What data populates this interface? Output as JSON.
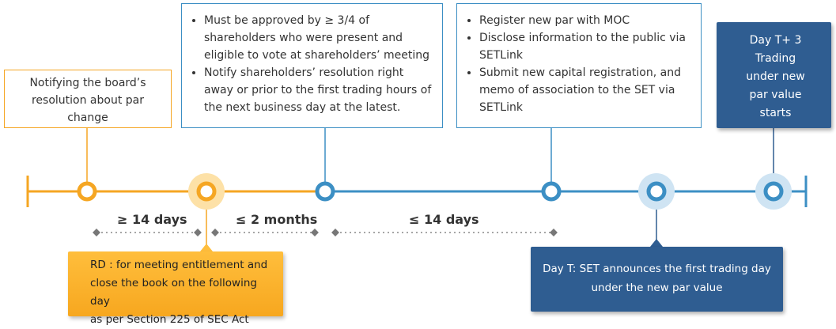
{
  "boxes": {
    "board_notice": "Notifying the board’s resolution about par change",
    "approval_items": [
      "Must be approved by ≥ 3/4 of shareholders who were present and eligible to vote at shareholders’ meeting",
      "Notify shareholders’ resolution right away or prior to the first trading hours of the next business day at the latest."
    ],
    "moc_items": [
      "Register new par with MOC",
      "Disclose information to the public via SETLink",
      "Submit new capital registration, and memo of association to the SET via SETLink"
    ],
    "trading_start": [
      "Day T+ 3",
      "Trading",
      "under new",
      "par value",
      "starts"
    ],
    "rd": [
      "RD : for meeting entitlement and",
      "close the book on the following day",
      "as per Section 225 of SEC Act"
    ],
    "day_t": [
      "Day T: SET announces the first trading day",
      "under the new par value"
    ]
  },
  "intervals": {
    "a": "≥ 14 days",
    "b": "≤ 2 months",
    "c": "≤ 14 days"
  },
  "colors": {
    "orange": "#f5a623",
    "blue": "#3c8fc4",
    "dark_blue": "#2f5d91"
  }
}
